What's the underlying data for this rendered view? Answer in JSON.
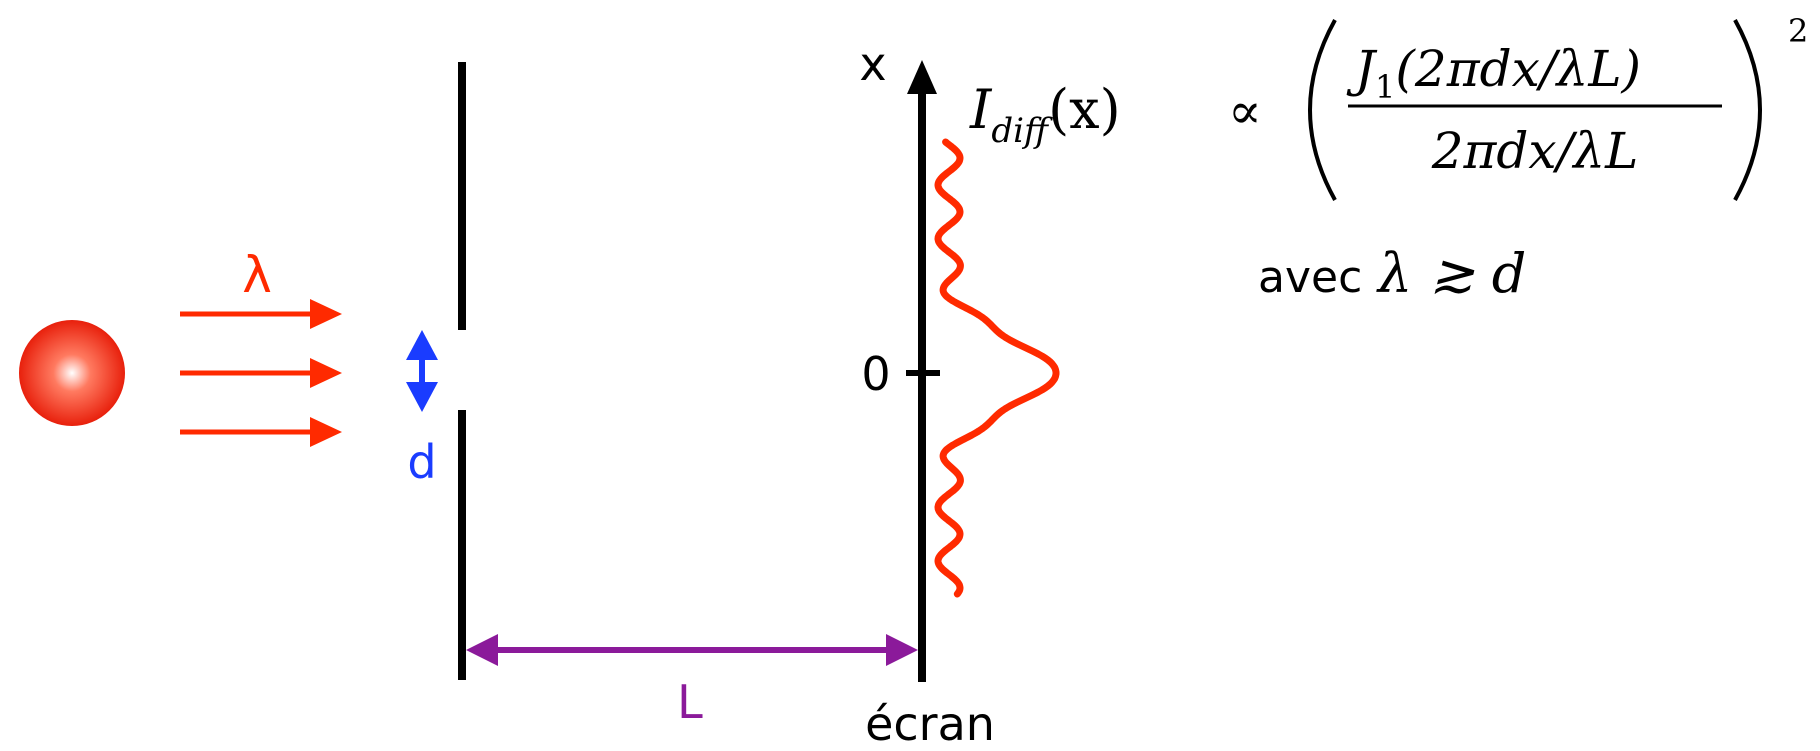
{
  "labels": {
    "wavelength": "λ",
    "slit_width": "d",
    "distance": "L",
    "screen": "écran",
    "axis_x": "x",
    "origin": "0"
  },
  "formula": {
    "lhs_symbol": "I",
    "lhs_subscript": "diff",
    "lhs_arg": "(x)",
    "relation": "∝",
    "numerator_symbol": "J",
    "numerator_subscript": "1",
    "numerator_arg": "(2πdx/λL)",
    "denominator": "2πdx/λL",
    "exponent": "2"
  },
  "condition": {
    "word": "avec",
    "expression": "λ ≳ d"
  },
  "colors": {
    "light": "#ff2a00",
    "slit": "#1a3cff",
    "distance": "#8b1a9a",
    "ink": "#000000"
  }
}
